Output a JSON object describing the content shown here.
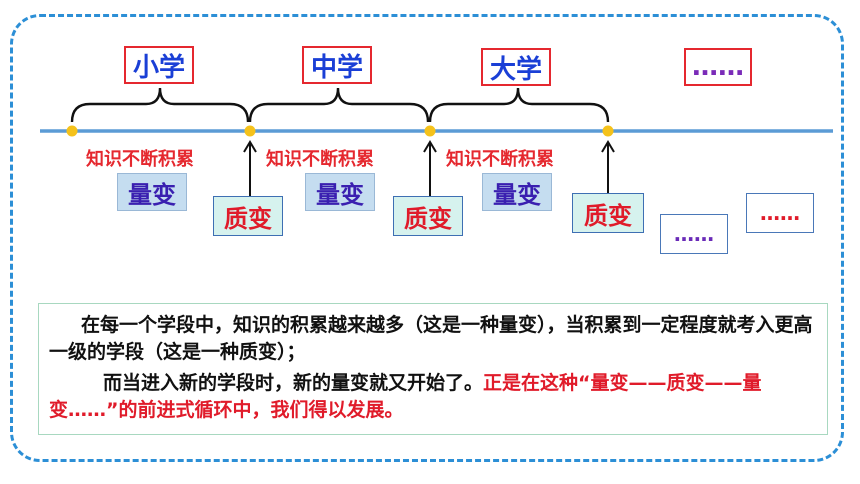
{
  "stages": [
    {
      "id": "primary",
      "label": "小学"
    },
    {
      "id": "middle",
      "label": "中学"
    },
    {
      "id": "university",
      "label": "大学"
    },
    {
      "id": "more",
      "label": "……"
    }
  ],
  "accumulation_label": "知识不断积累",
  "quantitative_label": "量变",
  "qualitative_label": "质变",
  "ellipsis": "……",
  "description": {
    "line1": "在每一个学段中，知识的积累越来越多（这是一种量变），当积累到一定程度就考入更高一级的学段（这是一种质变）；",
    "line2_black": "而当进入新的学段时，新的量变就又开始了。",
    "line2_red": "正是在这种“量变——质变——量变……”的前进式循环中，我们得以发展。"
  },
  "colors": {
    "frame": "#2c8fd6",
    "axis": "#5b9bd5",
    "marker": "#f5c21b",
    "stage_text": "#1a3fd6",
    "stage_border": "#e5282f",
    "accumulation_text": "#e5282f",
    "quantitative_fill": "#c5ddf0",
    "qualitative_fill": "#d6f2ee",
    "qualitative_text": "#e01b2a",
    "emphasis_text": "#e01b2a"
  }
}
